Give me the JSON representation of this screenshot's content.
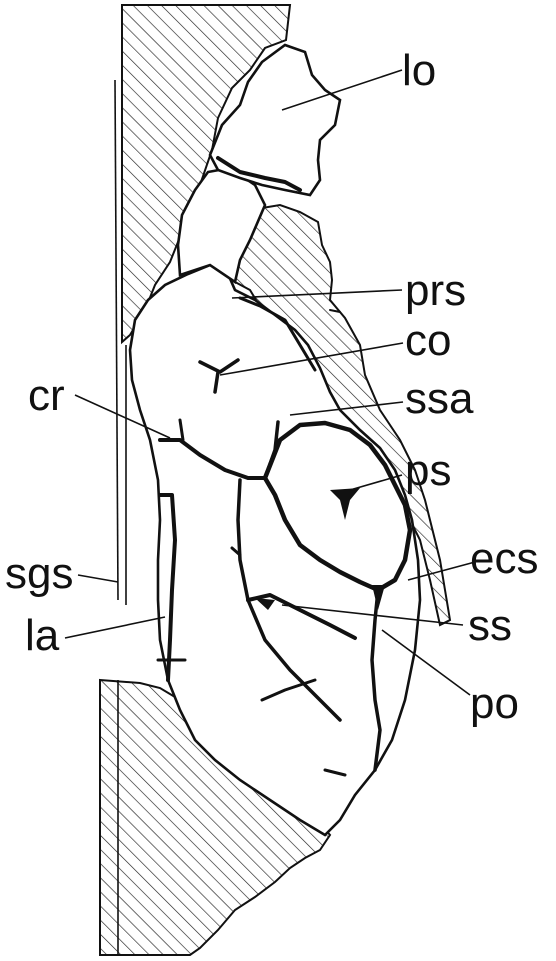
{
  "colors": {
    "ink": "#111111",
    "background": "#ffffff",
    "hatch": "#222222"
  },
  "labels": {
    "lo": "lo",
    "prs": "prs",
    "co": "co",
    "cr": "cr",
    "ssa": "ssa",
    "ps": "ps",
    "sgs": "sgs",
    "ecs": "ecs",
    "la": "la",
    "ss": "ss",
    "po": "po"
  }
}
